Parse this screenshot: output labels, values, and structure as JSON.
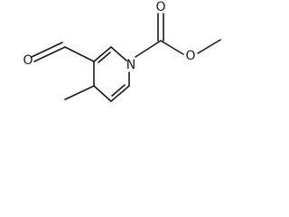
{
  "molecule": {
    "atom_labels": {
      "aldehyde_oxygen": "O",
      "ring_nitrogen": "N",
      "carbonyl_oxygen": "O",
      "ester_oxygen": "O"
    },
    "colors": {
      "bond": "#1a1a1a",
      "label": "#1a1a1a",
      "background": "#ffffff"
    }
  }
}
